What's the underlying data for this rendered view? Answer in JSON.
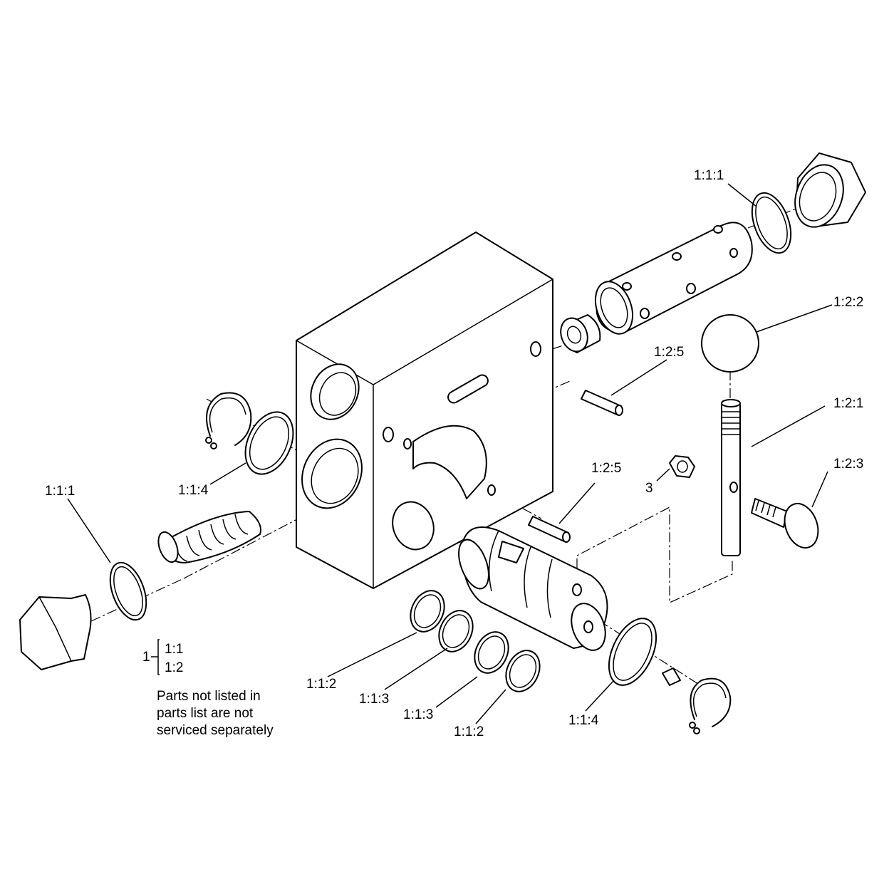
{
  "callouts": {
    "top_oring": "1:1:1",
    "ball": "1:2:2",
    "pin_upper": "1:2:5",
    "stem": "1:2:1",
    "knob": "1:2:3",
    "pin_lower": "1:2:5",
    "nut": "3",
    "left_oring": "1:1:1",
    "left_backup_ring": "1:1:4",
    "ring_a": "1:1:2",
    "ring_b": "1:1:3",
    "ring_c": "1:1:3",
    "ring_d": "1:1:2",
    "right_backup_ring": "1:1:4"
  },
  "legend": {
    "parent": "1",
    "children": [
      "1:1",
      "1:2"
    ]
  },
  "note": {
    "lines": [
      "Parts not listed in",
      "parts list are not",
      "serviced separately"
    ]
  }
}
